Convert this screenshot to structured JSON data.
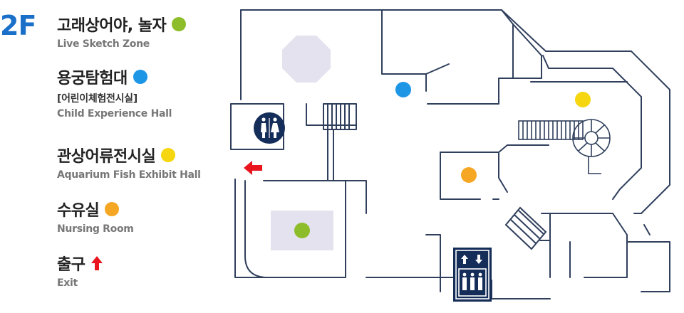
{
  "floor_label": "2F",
  "legend": [
    {
      "title": "고래상어야, 놀자",
      "subtitles": [
        "Live Sketch Zone"
      ],
      "marker": "dot",
      "color": "#8dbd2a"
    },
    {
      "title": "용궁탐험대",
      "subtitles": [
        "[어린이체험전시실]",
        "Child Experience Hall"
      ],
      "marker": "dot",
      "color": "#1e96e6"
    },
    {
      "title": "관상어류전시실",
      "subtitles": [
        "Aquarium Fish Exhibit Hall"
      ],
      "marker": "dot",
      "color": "#f5d60f"
    },
    {
      "title": "수유실",
      "subtitles": [
        "Nursing Room"
      ],
      "marker": "dot",
      "color": "#f5a623"
    },
    {
      "title": "출구",
      "subtitles": [
        "Exit"
      ],
      "marker": "arrow",
      "color": "#e8141e"
    }
  ],
  "colors": {
    "wall": "#2f3f5c",
    "room_fill": "#e4e2ee",
    "icon_bg": "#152d59",
    "exit_arrow": "#e8141e"
  },
  "map_icons": [
    "restroom-icon",
    "elevator-icon",
    "exit-arrow-icon",
    "spiral-staircase-icon"
  ]
}
